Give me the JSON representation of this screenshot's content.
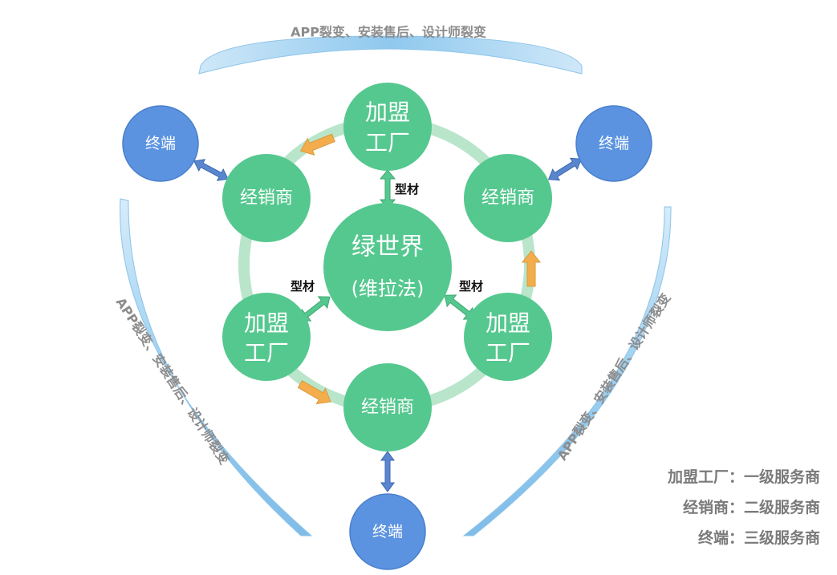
{
  "banners": {
    "top": "APP裂变、安装售后、设计师裂变",
    "left": "APP裂变、安装售后、设计师裂变",
    "right": "APP裂变、安装售后、设计师裂变"
  },
  "center": {
    "line1": "绿世界",
    "line2": "(维拉法)"
  },
  "factory": {
    "line1": "加盟",
    "line2": "工厂"
  },
  "dealer_label": "经销商",
  "terminal_label": "终端",
  "material_label": "型材",
  "legend": [
    "加盟工厂：一级服务商",
    "经销商：二级服务商",
    "终端：三级服务商"
  ],
  "colors": {
    "node_green": "#55c88f",
    "terminal_blue": "#5b93e0",
    "ring": "#b9e5cb",
    "flow_arrow": "#f4ad4c",
    "link_blue": "#5a86d0",
    "banner": "#9fd0ef"
  }
}
